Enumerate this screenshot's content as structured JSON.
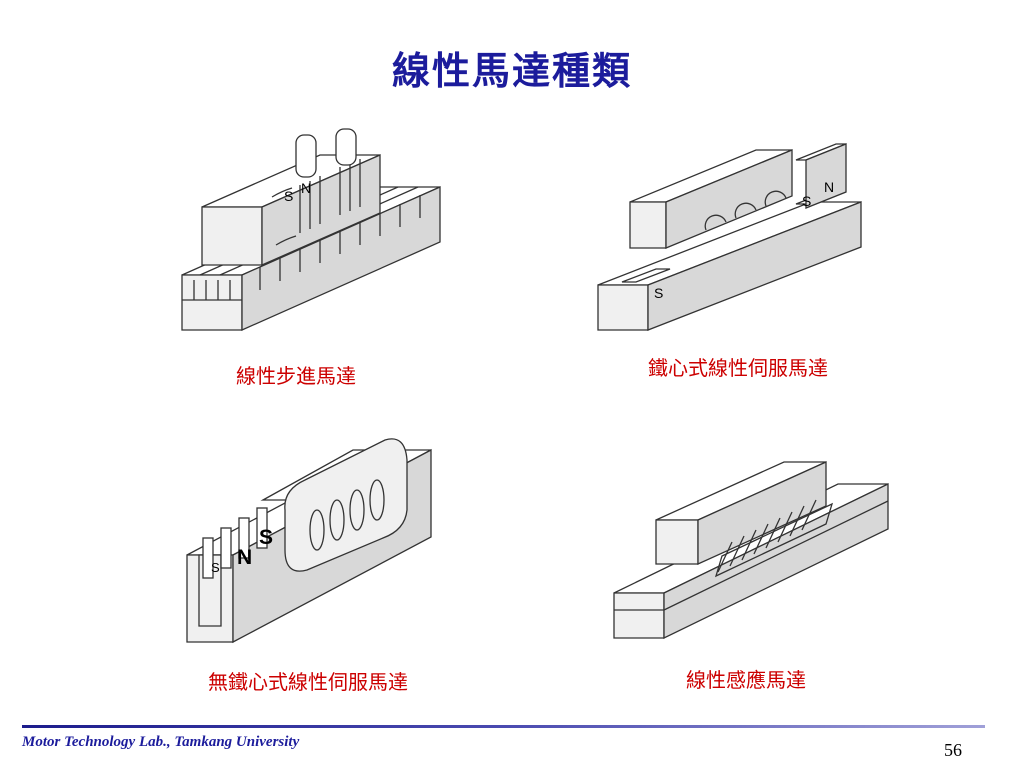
{
  "slide": {
    "title": "線性馬達種類",
    "footer": "Motor Technology Lab., Tamkang University",
    "page_number": "56"
  },
  "diagrams": [
    {
      "caption": "線性步進馬達",
      "labels": [
        "S",
        "N"
      ]
    },
    {
      "caption": "鐵心式線性伺服馬達",
      "labels": [
        "S",
        "N",
        "S"
      ]
    },
    {
      "caption": "無鐵心式線性伺服馬達",
      "labels": [
        "S",
        "N",
        "S"
      ]
    },
    {
      "caption": "線性感應馬達",
      "labels": []
    }
  ]
}
